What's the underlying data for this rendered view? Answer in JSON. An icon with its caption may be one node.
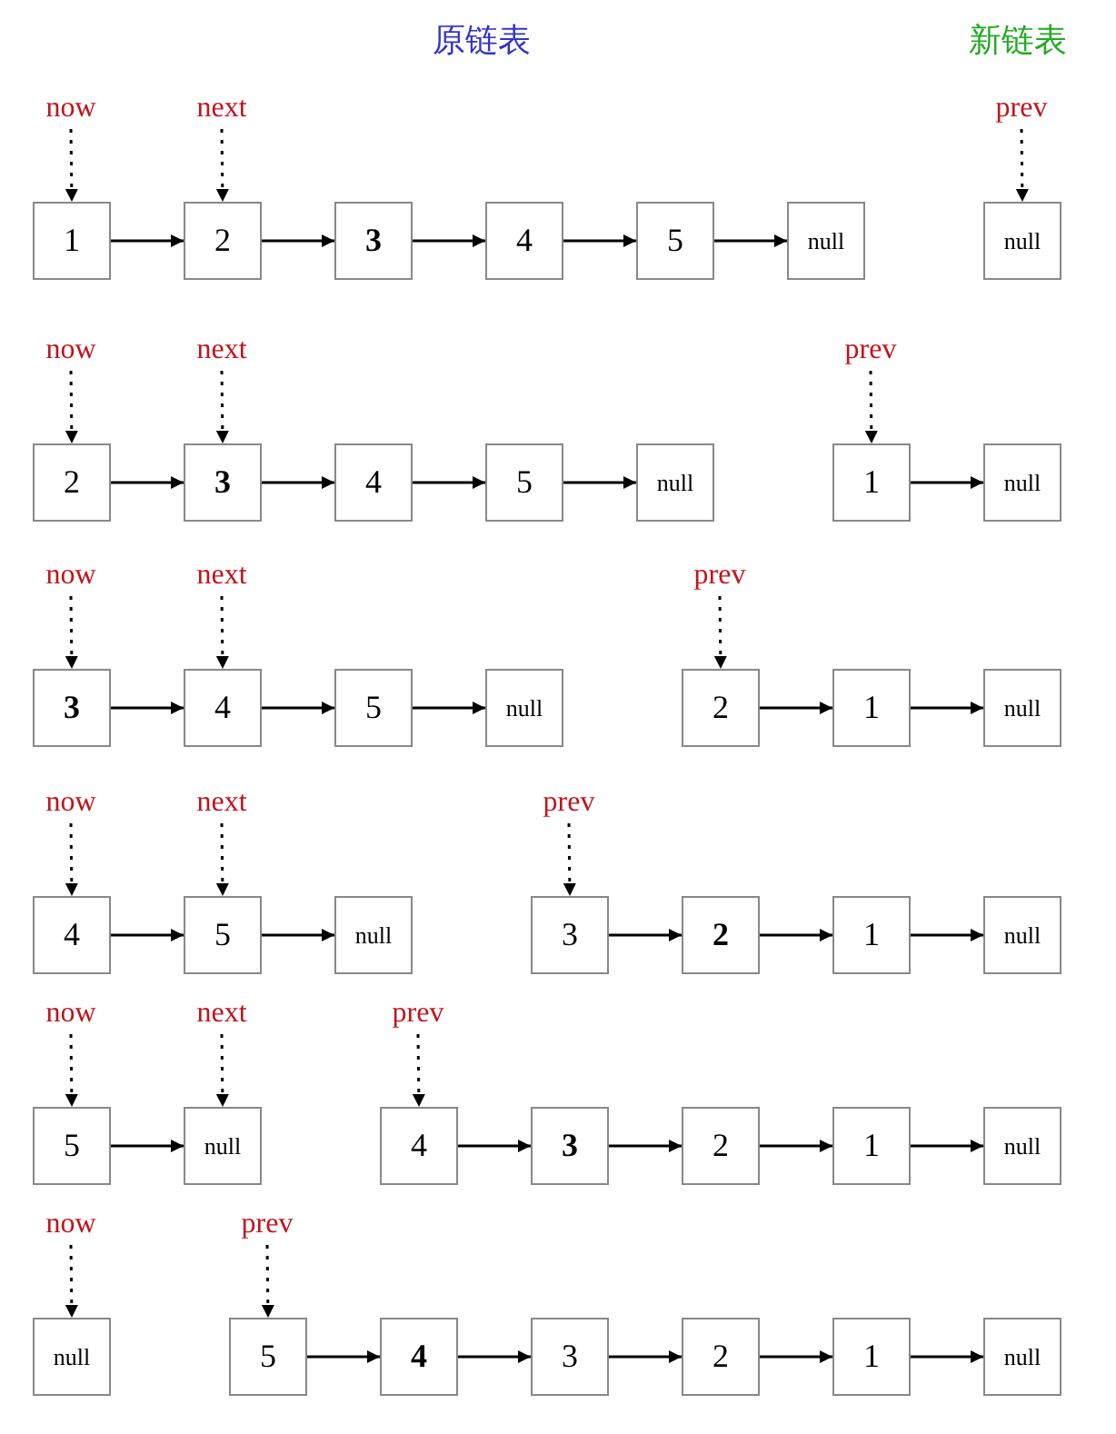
{
  "diagram": {
    "nodes": [
      {
        "text": [
          "now"
        ]
      },
      {
        "text": [
          "next"
        ]
      },
      {
        "text": [
          "prev"
        ]
      },
      {
        "text": [
          "1"
        ]
      },
      {
        "text": [
          "2"
        ]
      },
      {
        "text": [
          "3"
        ]
      },
      {
        "text": [
          "4"
        ]
      },
      {
        "text": [
          "5"
        ]
      },
      {
        "text": [
          "null"
        ]
      },
      {
        "text": [
          "null"
        ]
      },
      {
        "text": [
          "now"
        ]
      },
      {
        "text": [
          "next"
        ]
      },
      {
        "text": [
          "prev"
        ]
      },
      {
        "text": [
          "2"
        ]
      },
      {
        "text": [
          "3"
        ]
      },
      {
        "text": [
          "4"
        ]
      },
      {
        "text": [
          "5"
        ]
      },
      {
        "text": [
          "null"
        ]
      },
      {
        "text": [
          "1"
        ]
      },
      {
        "text": [
          "null"
        ]
      },
      {
        "text": [
          "now"
        ]
      },
      {
        "text": [
          "next"
        ]
      },
      {
        "text": [
          "prev"
        ]
      },
      {
        "text": [
          "3"
        ]
      },
      {
        "text": [
          "4"
        ]
      },
      {
        "text": [
          "5"
        ]
      },
      {
        "text": [
          "null"
        ]
      },
      {
        "text": [
          "2"
        ]
      },
      {
        "text": [
          "1"
        ]
      },
      {
        "text": [
          "null"
        ]
      },
      {
        "text": [
          "now"
        ]
      },
      {
        "text": [
          "next"
        ]
      },
      {
        "text": [
          "prev"
        ]
      },
      {
        "text": [
          "4"
        ]
      },
      {
        "text": [
          "5"
        ]
      },
      {
        "text": [
          "null"
        ]
      },
      {
        "text": [
          "3"
        ]
      },
      {
        "text": [
          "2"
        ]
      },
      {
        "text": [
          "1"
        ]
      },
      {
        "text": [
          "null"
        ]
      },
      {
        "text": [
          "now"
        ]
      },
      {
        "text": [
          "next"
        ]
      },
      {
        "text": [
          "prev"
        ]
      },
      {
        "text": [
          "5"
        ]
      },
      {
        "text": [
          "null"
        ]
      },
      {
        "text": [
          "4"
        ]
      },
      {
        "text": [
          "3"
        ]
      },
      {
        "text": [
          "2"
        ]
      },
      {
        "text": [
          "1"
        ]
      },
      {
        "text": [
          "null"
        ]
      },
      {
        "text": [
          "now"
        ]
      },
      {
        "text": [
          "prev"
        ]
      },
      {
        "text": [
          "null"
        ]
      },
      {
        "text": [
          "5"
        ]
      },
      {
        "text": [
          "4"
        ]
      },
      {
        "text": [
          "3"
        ]
      },
      {
        "text": [
          "2"
        ]
      },
      {
        "text": [
          "1"
        ]
      },
      {
        "text": [
          "null"
        ]
      }
    ],
    "edges": [
      {
        "from": 0,
        "to": 3,
        "arrow": "to",
        "style": "dashed"
      },
      {
        "from": 1,
        "to": 4,
        "arrow": "to",
        "style": "dashed"
      },
      {
        "from": 2,
        "to": 9,
        "arrow": "to",
        "style": "dashed"
      },
      {
        "from": 3,
        "to": 4,
        "arrow": "to"
      },
      {
        "from": 4,
        "to": 5,
        "arrow": "to"
      },
      {
        "from": 5,
        "to": 6,
        "arrow": "to"
      },
      {
        "from": 6,
        "to": 7,
        "arrow": "to"
      },
      {
        "from": 7,
        "to": 8,
        "arrow": "to"
      },
      {
        "from": 10,
        "to": 13,
        "arrow": "to",
        "style": "dashed"
      },
      {
        "from": 11,
        "to": 14,
        "arrow": "to",
        "style": "dashed"
      },
      {
        "from": 12,
        "to": 18,
        "arrow": "to",
        "style": "dashed"
      },
      {
        "from": 13,
        "to": 14,
        "arrow": "to"
      },
      {
        "from": 14,
        "to": 15,
        "arrow": "to"
      },
      {
        "from": 15,
        "to": 16,
        "arrow": "to"
      },
      {
        "from": 16,
        "to": 17,
        "arrow": "to"
      },
      {
        "from": 18,
        "to": 19,
        "arrow": "to"
      },
      {
        "from": 20,
        "to": 23,
        "arrow": "to",
        "style": "dashed"
      },
      {
        "from": 21,
        "to": 24,
        "arrow": "to",
        "style": "dashed"
      },
      {
        "from": 22,
        "to": 27,
        "arrow": "to",
        "style": "dashed"
      },
      {
        "from": 23,
        "to": 24,
        "arrow": "to"
      },
      {
        "from": 24,
        "to": 25,
        "arrow": "to"
      },
      {
        "from": 25,
        "to": 26,
        "arrow": "to"
      },
      {
        "from": 27,
        "to": 28,
        "arrow": "to"
      },
      {
        "from": 28,
        "to": 29,
        "arrow": "to"
      },
      {
        "from": 30,
        "to": 33,
        "arrow": "to",
        "style": "dashed"
      },
      {
        "from": 31,
        "to": 34,
        "arrow": "to",
        "style": "dashed"
      },
      {
        "from": 32,
        "to": 36,
        "arrow": "to",
        "style": "dashed"
      },
      {
        "from": 33,
        "to": 34,
        "arrow": "to"
      },
      {
        "from": 34,
        "to": 35,
        "arrow": "to"
      },
      {
        "from": 36,
        "to": 37,
        "arrow": "to"
      },
      {
        "from": 37,
        "to": 38,
        "arrow": "to"
      },
      {
        "from": 38,
        "to": 39,
        "arrow": "to"
      },
      {
        "from": 40,
        "to": 43,
        "arrow": "to",
        "style": "dashed"
      },
      {
        "from": 41,
        "to": 44,
        "arrow": "to",
        "style": "dashed"
      },
      {
        "from": 42,
        "to": 45,
        "arrow": "to",
        "style": "dashed"
      },
      {
        "from": 43,
        "to": 44,
        "arrow": "to"
      },
      {
        "from": 45,
        "to": 46,
        "arrow": "to"
      },
      {
        "from": 46,
        "to": 47,
        "arrow": "to"
      },
      {
        "from": 47,
        "to": 48,
        "arrow": "to"
      },
      {
        "from": 48,
        "to": 49,
        "arrow": "to"
      },
      {
        "from": 50,
        "to": 52,
        "arrow": "to",
        "style": "dashed"
      },
      {
        "from": 51,
        "to": 53,
        "arrow": "to",
        "style": "dashed"
      },
      {
        "from": 53,
        "to": 54,
        "arrow": "to"
      },
      {
        "from": 54,
        "to": 55,
        "arrow": "to"
      },
      {
        "from": 55,
        "to": 56,
        "arrow": "to"
      },
      {
        "from": 56,
        "to": 57,
        "arrow": "to"
      },
      {
        "from": 57,
        "to": 58,
        "arrow": "to"
      }
    ],
    "labels": [
      "原链表",
      "新链表"
    ]
  }
}
